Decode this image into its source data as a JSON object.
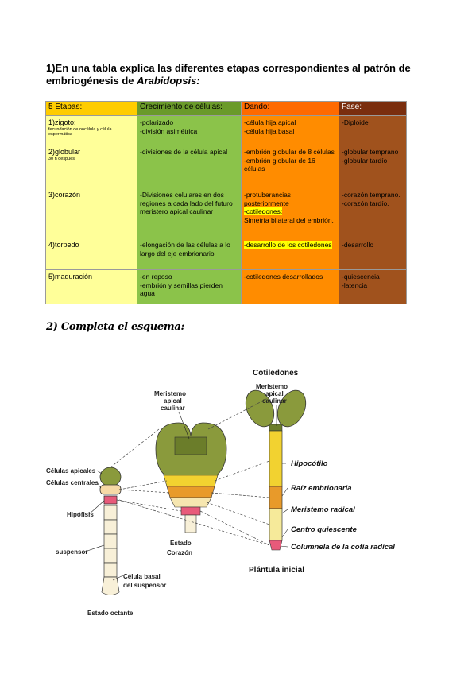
{
  "question1": {
    "prefix": "1)En una tabla explica las diferentes etapas correspondientes al patrón de embriogénesis de ",
    "italic": "Arabidopsis:"
  },
  "table": {
    "headers": [
      "5 Etapas:",
      "Crecimiento de células:",
      "Dando:",
      "Fase:"
    ],
    "rows": [
      {
        "stage": "1)zigoto:",
        "stage_note": "fecundación de oocélula y célula espermática",
        "growth": "-polarizado\n-división asimétrica",
        "result": "-célula hija apical\n-célula hija basal",
        "phase": "-Diploide"
      },
      {
        "stage": "2)globular",
        "stage_note": "30 h después",
        "growth": "-divisiones de la célula apical",
        "result": "-embrión globular de 8 células\n-embrión globular de 16 células",
        "phase": "-globular temprano\n-globular tardío"
      },
      {
        "stage": "3)corazón",
        "stage_note": "",
        "growth": "-Divisiones celulares en dos regiones a cada lado del futuro meristero apical caulinar",
        "result_a": "-protuberancias posteriormente",
        "result_hl": "-cotiledones:",
        "result_b": "Simetría bilateral del embrión.",
        "phase": "-corazón temprano.\n-corazón tardío."
      },
      {
        "stage": "4)torpedo",
        "stage_note": "",
        "growth": "-elongación de las células a lo largo del eje embrionario",
        "result_hl": "-desarrollo de los cotiledones",
        "phase": "-desarrollo"
      },
      {
        "stage": "5)maduración",
        "stage_note": "",
        "growth": "-en reposo\n-embrión y semillas pierden agua",
        "result": "-cotiledones desarrollados",
        "phase": "-quiescencia\n-latencia"
      }
    ]
  },
  "question2": "2) Completa el esquema:",
  "diagram": {
    "labels": {
      "celulas_apicales": "Células apicales",
      "celulas_centrales": "Células centrales",
      "hipofisis": "Hipófisis",
      "suspensor": "suspensor",
      "celula_basal_1": "Célula basal",
      "celula_basal_2": "del suspensor",
      "estado_octante": "Estado octante",
      "meristemo_1": "Meristemo",
      "meristemo_2": "apical",
      "meristemo_3": "caulinar",
      "estado_corazon_1": "Estado",
      "estado_corazon_2": "Corazón",
      "cotiledones": "Cotiledones",
      "meristemo_b_1": "Meristemo",
      "meristemo_b_2": "apical",
      "meristemo_b_3": "caulinar",
      "hipocotilo": "Hipocótilo",
      "raiz_embrionaria": "Raíz embrionaria",
      "meristemo_radical": "Meristemo radical",
      "centro_quiescente": "Centro quiescente",
      "columnela": "Columnela de la cofia radical",
      "plantula_inicial": "Plántula inicial"
    },
    "colors": {
      "green": "#8a9a3c",
      "dark_green": "#6b7d2a",
      "yellow": "#f2d230",
      "orange": "#e89a2a",
      "pink": "#e85a7a",
      "cream": "#f8f0d8"
    }
  }
}
